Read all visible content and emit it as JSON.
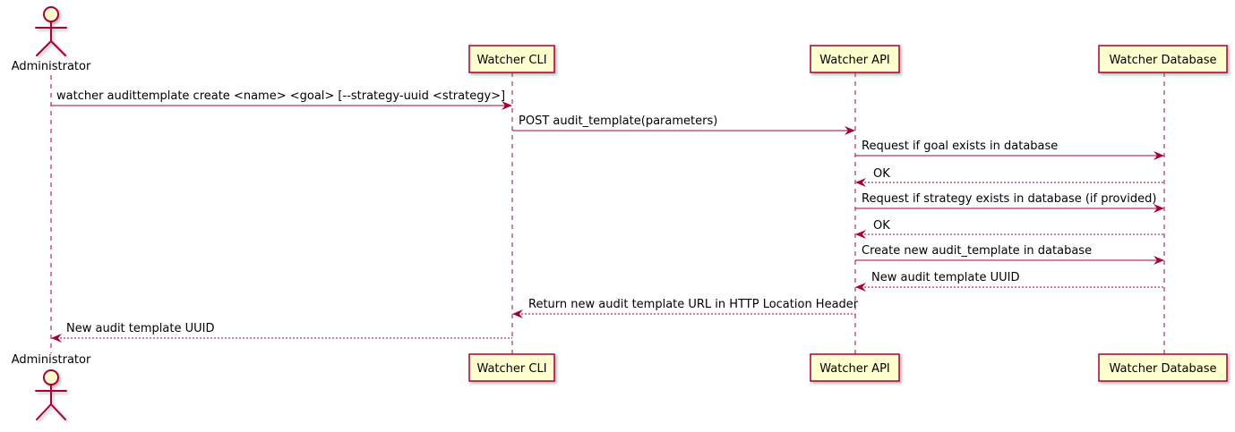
{
  "diagram": {
    "type": "uml-sequence",
    "colors": {
      "line": "#A80036",
      "participant_fill": "#FEFECE",
      "participant_border": "#A80036",
      "text": "#000000",
      "bg": "#FFFFFF"
    },
    "actor": {
      "label": "Administrator"
    },
    "participants": [
      {
        "label": "Watcher CLI"
      },
      {
        "label": "Watcher API"
      },
      {
        "label": "Watcher Database"
      }
    ],
    "messages": [
      {
        "from": "Administrator",
        "to": "Watcher CLI",
        "style": "solid",
        "label": "watcher audittemplate create <name> <goal> [--strategy-uuid <strategy>]"
      },
      {
        "from": "Watcher CLI",
        "to": "Watcher API",
        "style": "solid",
        "label": "POST audit_template(parameters)"
      },
      {
        "from": "Watcher API",
        "to": "Watcher Database",
        "style": "solid",
        "label": "Request if goal exists in database"
      },
      {
        "from": "Watcher Database",
        "to": "Watcher API",
        "style": "dotted",
        "label": "OK"
      },
      {
        "from": "Watcher API",
        "to": "Watcher Database",
        "style": "solid",
        "label": "Request if strategy exists in database (if provided)"
      },
      {
        "from": "Watcher Database",
        "to": "Watcher API",
        "style": "dotted",
        "label": "OK"
      },
      {
        "from": "Watcher API",
        "to": "Watcher Database",
        "style": "solid",
        "label": "Create new audit_template in database"
      },
      {
        "from": "Watcher Database",
        "to": "Watcher API",
        "style": "dotted",
        "label": "New audit template UUID"
      },
      {
        "from": "Watcher API",
        "to": "Watcher CLI",
        "style": "dotted",
        "label": "Return new audit template URL in HTTP Location Header"
      },
      {
        "from": "Watcher CLI",
        "to": "Administrator",
        "style": "dotted",
        "label": "New audit template UUID"
      }
    ]
  }
}
